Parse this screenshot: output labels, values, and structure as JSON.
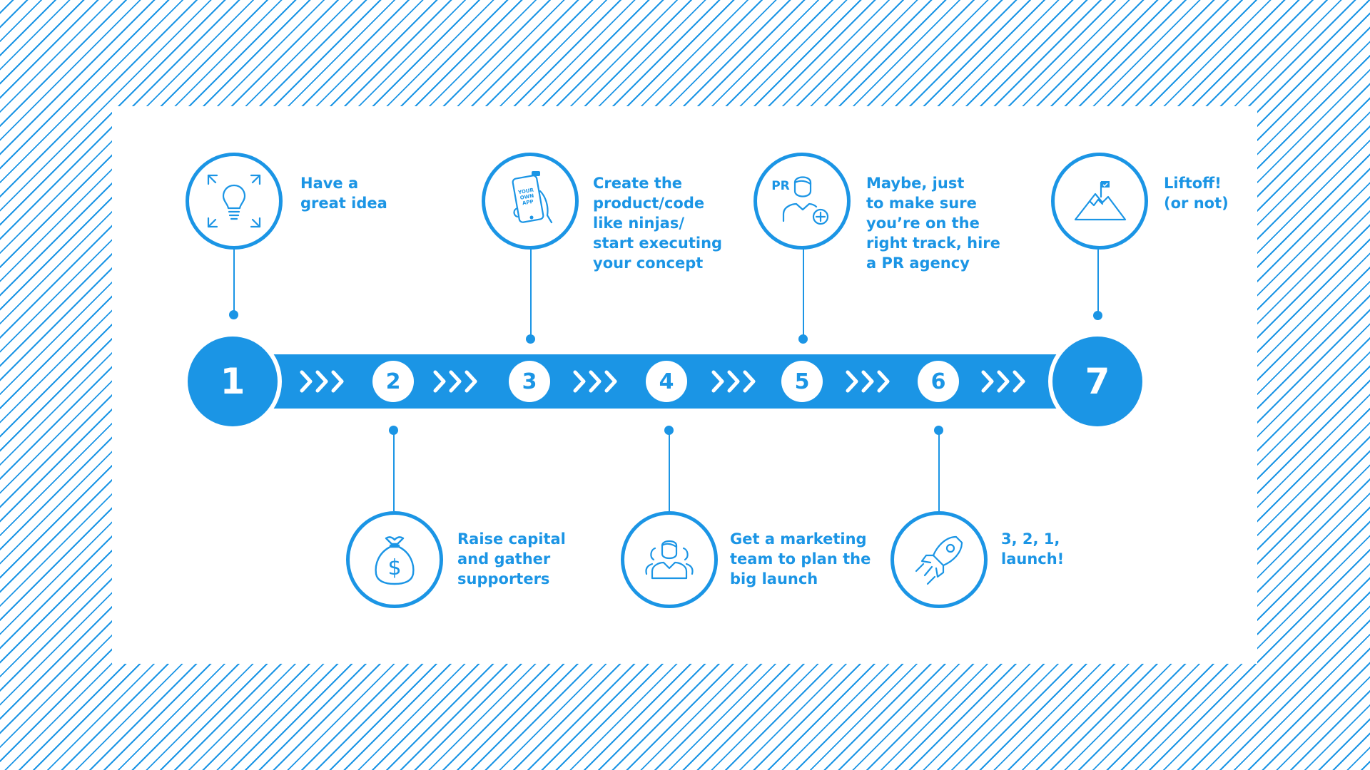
{
  "colors": {
    "accent": "#1b95e5",
    "background": "#ffffff"
  },
  "steps": [
    {
      "number": "1",
      "icon": "lightbulb-icon",
      "lines": [
        "Have a",
        "great idea"
      ]
    },
    {
      "number": "2",
      "icon": "money-bag-icon",
      "lines": [
        "Raise capital",
        "and gather",
        "supporters"
      ]
    },
    {
      "number": "3",
      "icon": "phone-app-icon",
      "icon_text": [
        "YOUR",
        "OWN",
        "APP"
      ],
      "lines": [
        "Create the",
        "product/code",
        "like ninjas/",
        "start executing",
        "your concept"
      ]
    },
    {
      "number": "4",
      "icon": "team-icon",
      "lines": [
        "Get a marketing",
        "team to plan the",
        "big launch"
      ]
    },
    {
      "number": "5",
      "icon": "pr-person-icon",
      "icon_text": "PR",
      "lines": [
        "Maybe, just",
        "to make sure",
        "you’re on the",
        "right track, hire",
        "a PR agency"
      ]
    },
    {
      "number": "6",
      "icon": "rocket-icon",
      "lines": [
        "3, 2, 1,",
        "launch!"
      ]
    },
    {
      "number": "7",
      "icon": "mountain-flag-icon",
      "lines": [
        "Liftoff!",
        "(or not)"
      ]
    }
  ]
}
